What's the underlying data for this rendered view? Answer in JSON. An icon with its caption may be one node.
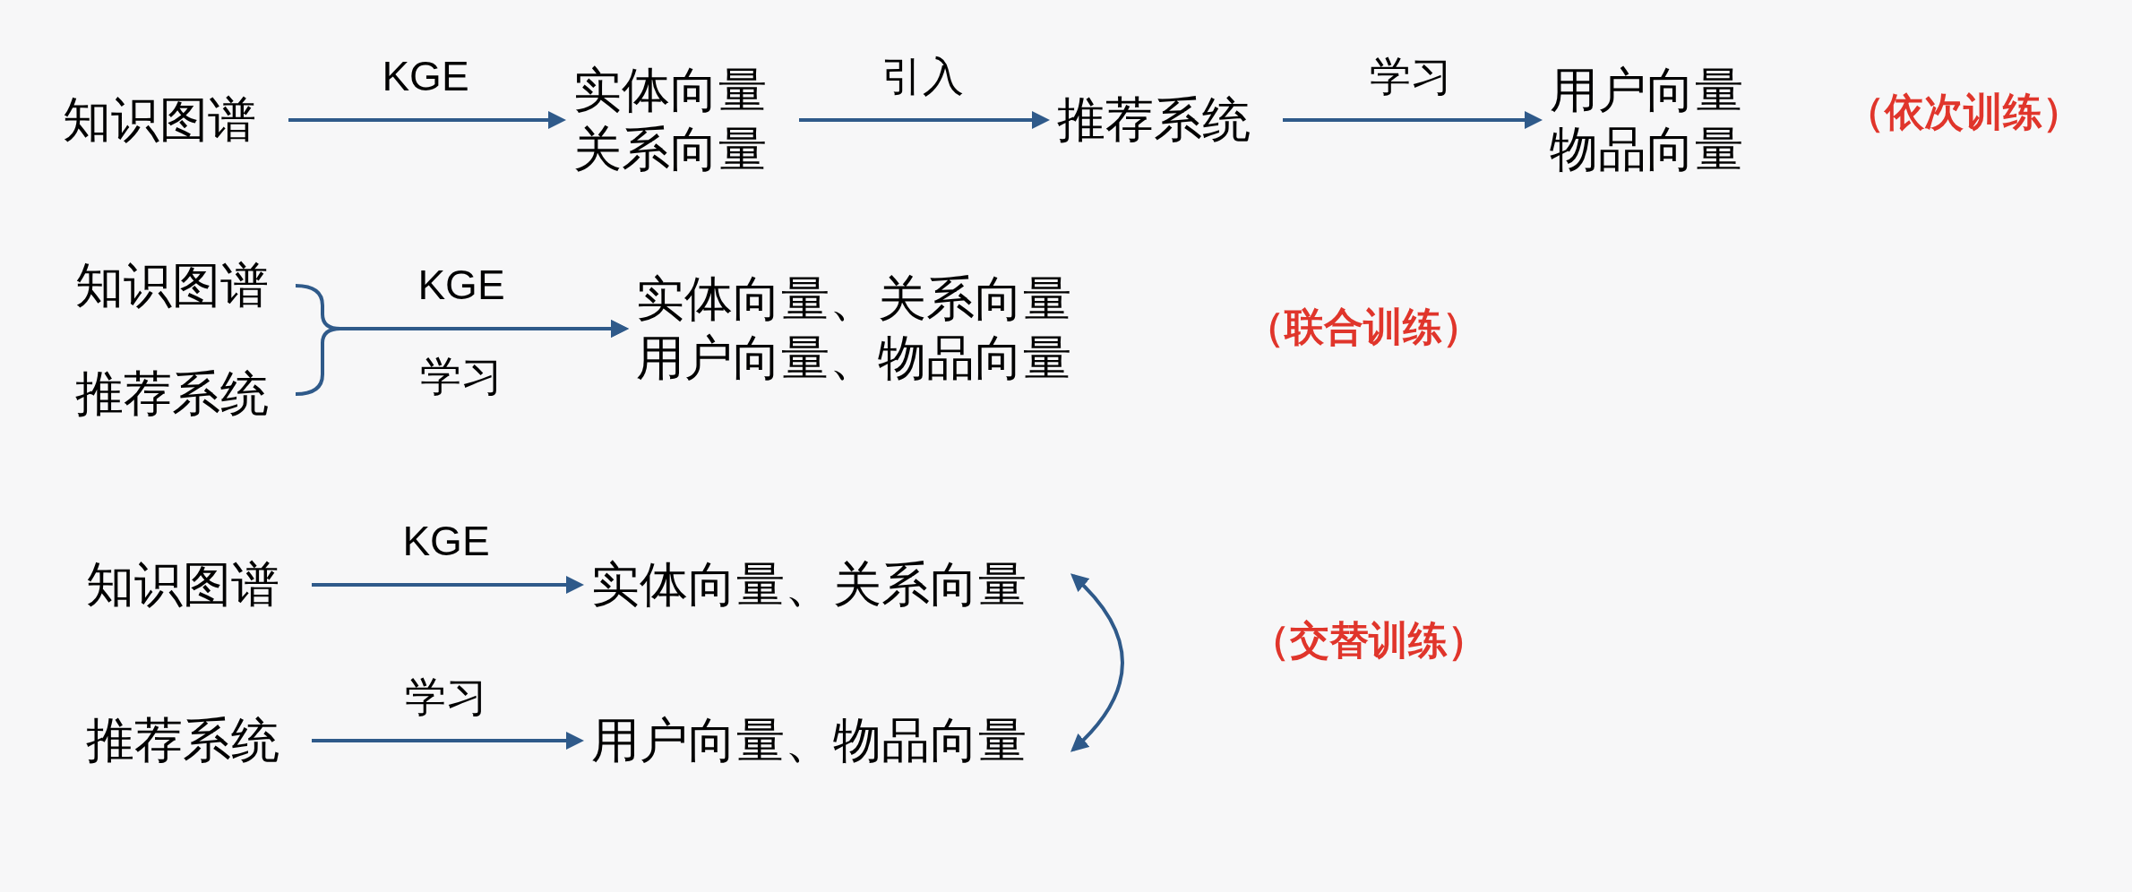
{
  "diagram": {
    "nodes": [
      {
        "text": [
          "知识图谱"
        ]
      },
      {
        "text": [
          "实体向量",
          "关系向量"
        ]
      },
      {
        "text": [
          "推荐系统"
        ]
      },
      {
        "text": [
          "用户向量",
          "物品向量"
        ]
      },
      {
        "text": [
          "知识图谱"
        ]
      },
      {
        "text": [
          "推荐系统"
        ]
      },
      {
        "text": [
          "实体向量、关系向量",
          "用户向量、物品向量"
        ]
      },
      {
        "text": [
          "知识图谱"
        ]
      },
      {
        "text": [
          "实体向量、关系向量"
        ]
      },
      {
        "text": [
          "推荐系统"
        ]
      },
      {
        "text": [
          "用户向量、物品向量"
        ]
      }
    ],
    "edges": [
      {
        "from": 0,
        "to": 1,
        "arrow": "to",
        "label": "KGE"
      },
      {
        "from": 1,
        "to": 2,
        "arrow": "to",
        "label": "引入"
      },
      {
        "from": 2,
        "to": 3,
        "arrow": "to",
        "label": "学习"
      },
      {
        "from": 4,
        "to": 6,
        "arrow": "to",
        "label": "KGE"
      },
      {
        "from": 5,
        "to": 6,
        "arrow": "to",
        "label": "学习"
      },
      {
        "from": 7,
        "to": 8,
        "arrow": "to",
        "label": "KGE"
      },
      {
        "from": 9,
        "to": 10,
        "arrow": "to",
        "label": "学习"
      },
      {
        "from": 8,
        "to": 10,
        "arrow": "both"
      }
    ],
    "labels": [
      "（依次训练）",
      "（联合训练）",
      "（交替训练）"
    ]
  }
}
